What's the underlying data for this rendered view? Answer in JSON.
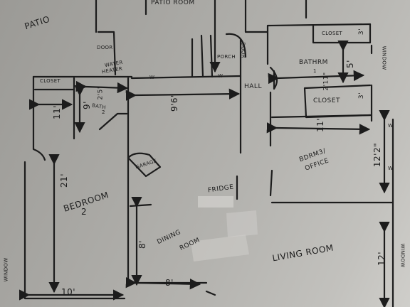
{
  "image": {
    "kind": "photo of a hand-drawn floor plan sketch on grey paper",
    "paper_color": "#b0afab",
    "ink_color": "#1c1c1c",
    "tape_color": "#d2d1cd"
  },
  "labels": {
    "patio_left": "PATIO",
    "patio_room": "PATIO ROOM",
    "door": "DOOR",
    "water_heater_1": "WATER",
    "water_heater_2": "HEATER",
    "porch_door": "PORCH",
    "door_vertical": "DOOR",
    "hall": "HALL",
    "closet_top_left": "CLOSET",
    "bath2_1": "BATH",
    "bath2_2": "2",
    "closet_top_right": "CLOSET",
    "bath1_1": "BATHRM",
    "bath1_2": "1",
    "window_right_top": "WINDOW",
    "closet_mid_right": "CLOSET",
    "bdrm3_1": "BDRM3/",
    "bdrm3_2": "OFFICE",
    "garage": "GARAGE",
    "fridge": "FRIDGE",
    "bedroom2_1": "BEDROOM",
    "bedroom2_2": "2",
    "dining_1": "DINING",
    "dining_2": "ROOM",
    "living_room": "LIVING ROOM",
    "window_left": "WINDOW",
    "window_right_bottom": "WINDOW",
    "w1": "W",
    "w2": "W",
    "w3": "W",
    "w4": "W"
  },
  "dimensions": {
    "d_9_6": "9'6\"",
    "d_11": "11'",
    "d_9": "9'",
    "d_2_5": "2'5\"",
    "d_21": "21'",
    "d_10": "10'",
    "d_8": "8'",
    "d_8_b": "8'",
    "d_5": "5'",
    "d_2_11": "2'11\"",
    "d_3": "3'",
    "d_3_b": "3'",
    "d_11_b": "11'",
    "d_12_2": "12'2\"",
    "d_12": "12'"
  }
}
